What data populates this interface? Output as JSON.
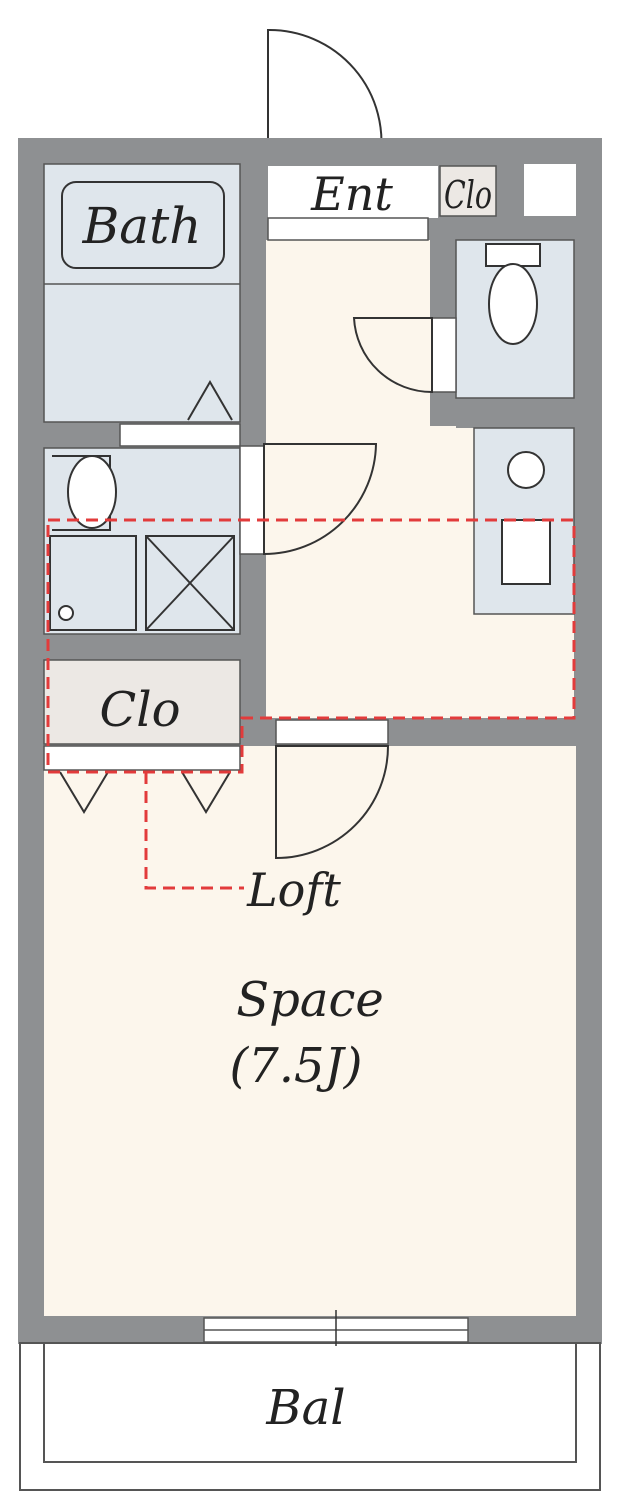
{
  "labels": {
    "bath": "Bath",
    "entrance": "Ent",
    "closet_small": "Clo",
    "closet": "Clo",
    "loft": "Loft",
    "space": "Space",
    "space_size": "(7.5J)",
    "balcony": "Bal"
  },
  "colors": {
    "wall": "#8e9092",
    "floor": "#fcf6ec",
    "wet_area": "#dfe6ec",
    "closet": "#ece8e4",
    "loft_outline": "#e23b3b",
    "line": "#333333"
  }
}
